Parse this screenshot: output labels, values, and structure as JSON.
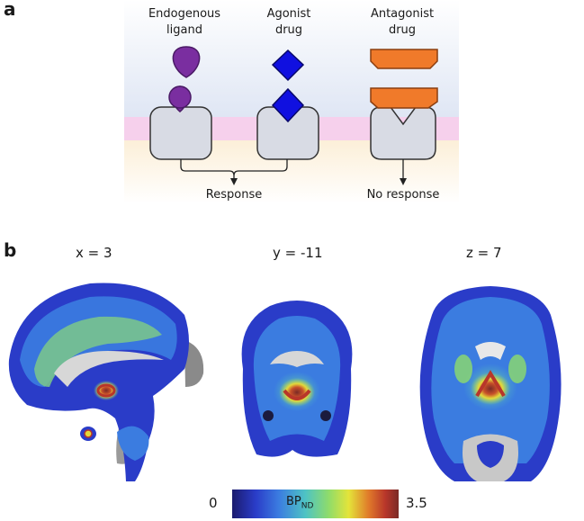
{
  "panel_a": {
    "label": "a",
    "headers": [
      "Endogenous ligand",
      "Agonist drug",
      "Antagonist drug"
    ],
    "responses": [
      "Response",
      "No response"
    ]
  },
  "panel_b": {
    "label": "b",
    "coords": [
      "x = 3",
      "y = -11",
      "z = 7"
    ],
    "colorbar": {
      "min": "0",
      "max": "3.5",
      "label_main": "BP",
      "label_sub": "ND",
      "stops": [
        "#1b1b6e",
        "#2a3cc8",
        "#3b7ce0",
        "#4ec3c4",
        "#8fdc6a",
        "#e4e43a",
        "#e07a2a",
        "#b8362a",
        "#7a2a26"
      ]
    }
  },
  "colors": {
    "ligand": "#7a2ea0",
    "agonist": "#1010e0",
    "antagonist": "#f07a2a",
    "receptor": "#d8dbe4",
    "extracellular": "#dfe6f4",
    "membrane": "#f6d0ec",
    "intracellular": "#fcefd8"
  }
}
